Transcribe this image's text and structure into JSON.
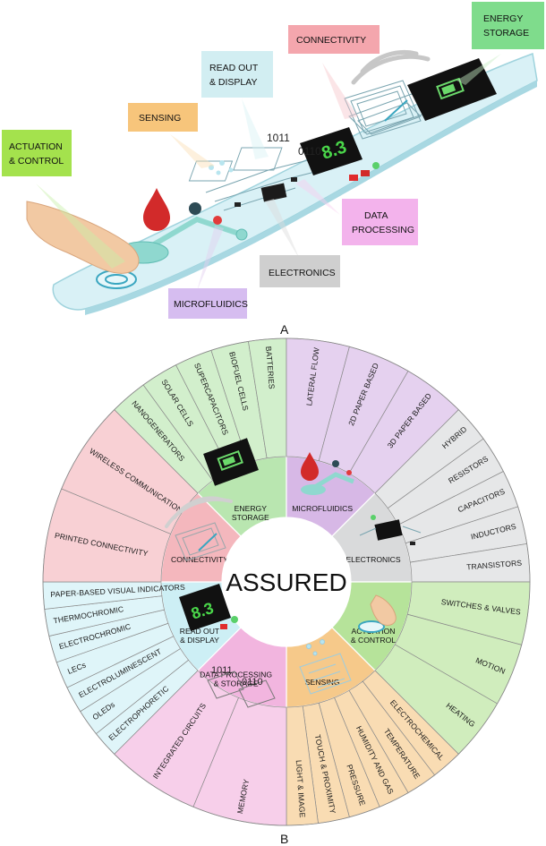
{
  "panel_a": {
    "letter": "A",
    "callouts": {
      "actuation": [
        "ACTUATION",
        "& CONTROL"
      ],
      "sensing": "SENSING",
      "readout": [
        "READ OUT",
        "& DISPLAY"
      ],
      "connectivity": "CONNECTIVITY",
      "energy": [
        "ENERGY",
        "STORAGE"
      ],
      "data_processing": [
        "DATA",
        "PROCESSING"
      ],
      "electronics": "ELECTRONICS",
      "microfluidics": "MICROFLUIDICS"
    },
    "binary_1": "1011",
    "binary_2": "0110",
    "display_digits": "8.3"
  },
  "panel_b": {
    "letter": "B",
    "center_title": "ASSURED",
    "display_digits": "8.3",
    "binary_1": "1011",
    "binary_2": "0110",
    "sectors": {
      "energy_storage": {
        "label": [
          "ENERGY",
          "STORAGE"
        ],
        "color": "#b9e6b0",
        "items": [
          "NANOGENERATORS",
          "SOLAR CELLS",
          "SUPERCAPACITORS",
          "BIOFUEL CELLS",
          "BATTERIES"
        ]
      },
      "microfluidics": {
        "label": [
          "MICROFLUIDICS"
        ],
        "color": "#d7b8e6",
        "items": [
          "LATERAL FLOW",
          "2D PAPER BASED",
          "3D PAPER BASED"
        ]
      },
      "electronics": {
        "label": [
          "ELECTRONICS"
        ],
        "color": "#d9dadb",
        "items": [
          "HYBRID",
          "RESISTORS",
          "CAPACITORS",
          "INDUCTORS",
          "TRANSISTORS"
        ]
      },
      "actuation": {
        "label": [
          "ACTUATION",
          "& CONTROL"
        ],
        "color": "#b6e39a",
        "items": [
          "SWITCHES & VALVES",
          "MOTION",
          "HEATING"
        ]
      },
      "sensing": {
        "label": [
          "SENSING"
        ],
        "color": "#f6c98a",
        "items": [
          "ELECTROCHEMICAL",
          "TEMPERATURE",
          "HUMIDITY AND GAS",
          "PRESSURE",
          "TOUCH & PROXIMITY",
          "LIGHT & IMAGE"
        ]
      },
      "data_processing": {
        "label": [
          "DATA PROCESSING",
          "& STORAGE"
        ],
        "color": "#f2b5df",
        "items": [
          "MEMORY",
          "INTEGRATED CIRCUITS"
        ]
      },
      "readout": {
        "label": [
          "READ OUT",
          "& DISPLAY"
        ],
        "color": "#cdeff5",
        "items": [
          "ELECTROPHORETIC",
          "OLEDs",
          "ELECTROLUMINESCENT",
          "LECs",
          "ELECTROCHROMIC",
          "THERMOCHROMIC",
          "PAPER-BASED VISUAL INDICATORS"
        ]
      },
      "connectivity": {
        "label": [
          "CONNECTIVITY"
        ],
        "color": "#f4b7bd",
        "items": [
          "PRINTED CONNECTIVITY",
          "WIRELESS COMMUNICATION"
        ]
      }
    }
  }
}
